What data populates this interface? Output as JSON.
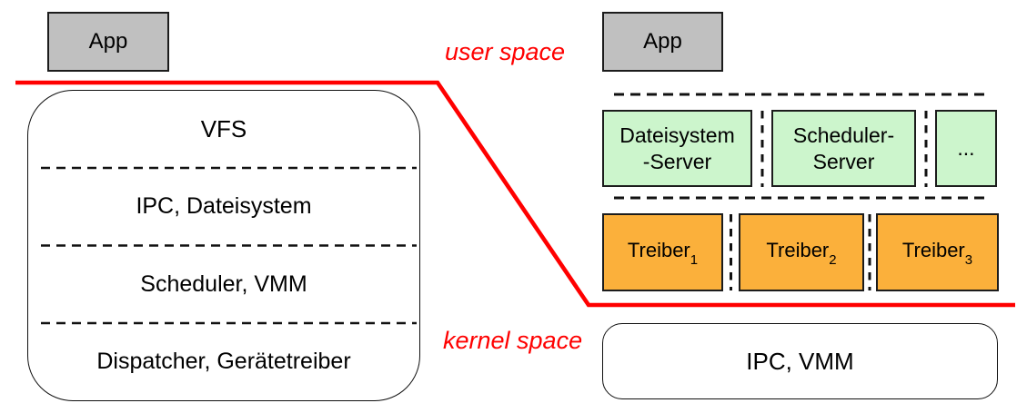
{
  "diagram": {
    "user_space_label": "user space",
    "kernel_space_label": "kernel space"
  },
  "monolithic": {
    "app_label": "App",
    "layers": [
      "VFS",
      "IPC, Dateisystem",
      "Scheduler, VMM",
      "Dispatcher, Gerätetreiber"
    ]
  },
  "microkernel": {
    "app_label": "App",
    "servers": [
      "Dateisystem\n-Server",
      "Scheduler-\nServer",
      "..."
    ],
    "drivers": [
      {
        "base": "Treiber",
        "sub": "1"
      },
      {
        "base": "Treiber",
        "sub": "2"
      },
      {
        "base": "Treiber",
        "sub": "3"
      }
    ],
    "kernel_label": "IPC, VMM"
  },
  "colors": {
    "boundary_red": "#ff0000",
    "app_gray": "#c0c0c0",
    "server_green": "#ccf5cc",
    "driver_orange": "#fbb03b",
    "line_black": "#111111"
  }
}
